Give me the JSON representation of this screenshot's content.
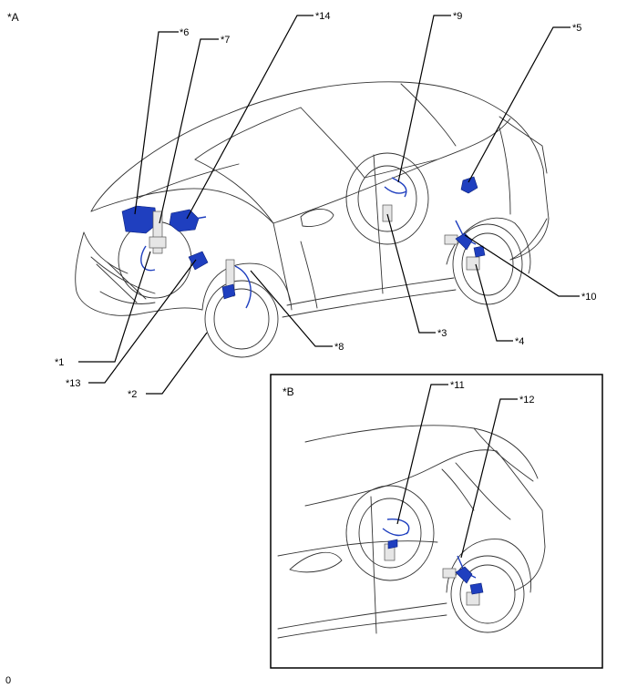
{
  "views": {
    "a": {
      "label": "*A"
    },
    "b": {
      "label": "*B"
    }
  },
  "callouts": {
    "c1": "*1",
    "c2": "*2",
    "c3": "*3",
    "c4": "*4",
    "c5": "*5",
    "c6": "*6",
    "c7": "*7",
    "c8": "*8",
    "c9": "*9",
    "c10": "*10",
    "c11": "*11",
    "c12": "*12",
    "c13": "*13",
    "c14": "*14"
  },
  "footer": {
    "code": "0"
  },
  "colors": {
    "component": "#1f3fbf",
    "outline": "#333333",
    "leader": "#000000"
  }
}
